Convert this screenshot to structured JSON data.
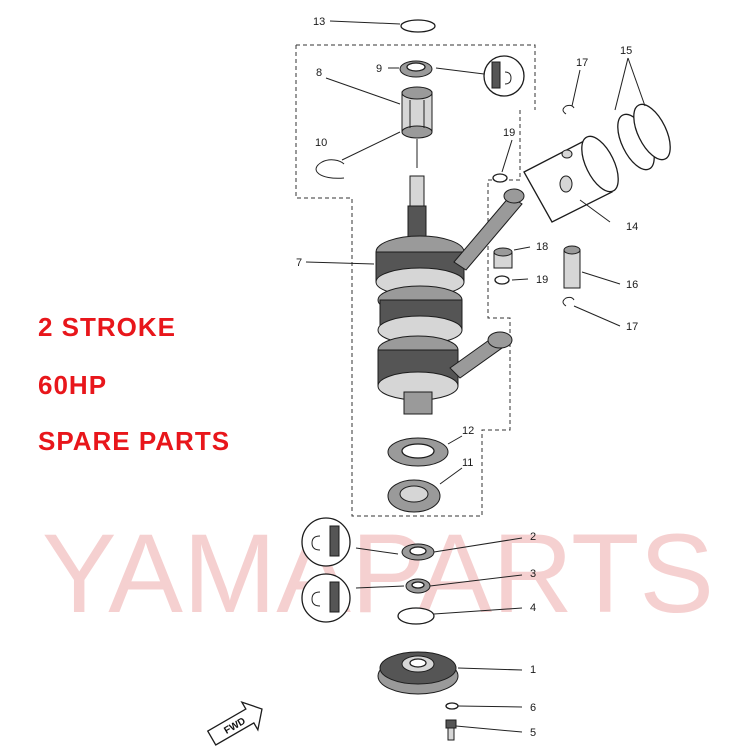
{
  "promo": {
    "line1": "2 STROKE",
    "line2": "60HP",
    "line3": "SPARE PARTS",
    "color": "#e8161b"
  },
  "watermark": {
    "text": "YAMAPARTS",
    "color": "#f4c8c8"
  },
  "direction_badge": "FWD",
  "callouts": {
    "c1": "1",
    "c2": "2",
    "c3": "3",
    "c4": "4",
    "c5": "5",
    "c6": "6",
    "c7": "7",
    "c8": "8",
    "c9": "9",
    "c10": "10",
    "c11": "11",
    "c12": "12",
    "c13": "13",
    "c14": "14",
    "c15": "15",
    "c16": "16",
    "c17a": "17",
    "c17b": "17",
    "c18": "18",
    "c19a": "19",
    "c19b": "19"
  }
}
